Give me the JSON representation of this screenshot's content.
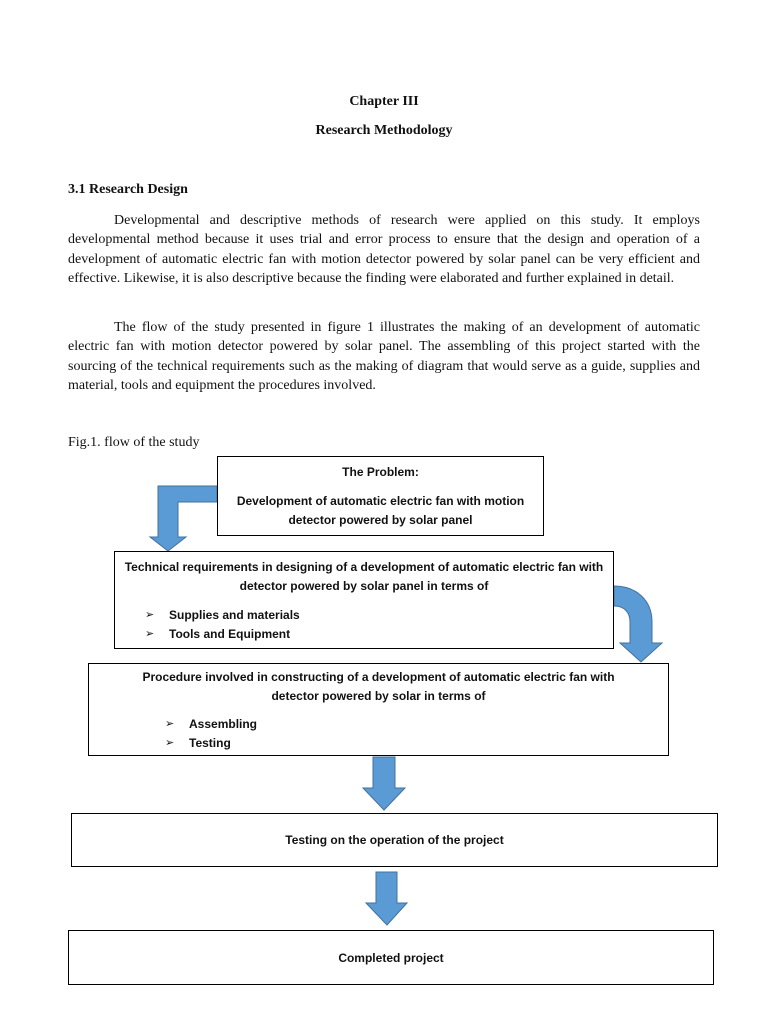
{
  "document": {
    "chapter": "Chapter III",
    "title": "Research Methodology",
    "section_heading": "3.1 Research Design",
    "paragraphs": [
      "Developmental and descriptive methods of research were applied on this study. It employs developmental method because it uses trial and error process to ensure that the design and operation of a development of automatic electric fan with motion detector powered by solar panel can be very efficient and effective. Likewise, it is also descriptive because the finding were elaborated and further explained in detail.",
      "The flow of the study presented in figure 1 illustrates the making of an development of automatic electric fan with motion detector powered by solar panel. The assembling of this project started with the sourcing of the technical requirements such as the making of diagram that would serve as a guide, supplies and material, tools and equipment the procedures involved."
    ],
    "figure_caption": "Fig.1. flow of the study"
  },
  "flowchart": {
    "box1": {
      "heading": "The Problem:",
      "text": "Development of automatic electric fan with motion detector powered by solar panel"
    },
    "box2": {
      "text": "Technical requirements in designing of a development of automatic electric fan with detector powered by solar panel in terms of",
      "bullets": [
        "Supplies and materials",
        "Tools and Equipment"
      ]
    },
    "box3": {
      "text": "Procedure involved in constructing of a development of automatic electric fan with detector powered by solar in terms of",
      "bullets": [
        "Assembling",
        "Testing"
      ]
    },
    "box4": {
      "text": "Testing on the operation of the project"
    },
    "box5": {
      "text": "Completed project"
    },
    "bullet_glyph": "➢",
    "arrow_color": "#5b9bd5",
    "arrow_stroke": "#41719c"
  }
}
